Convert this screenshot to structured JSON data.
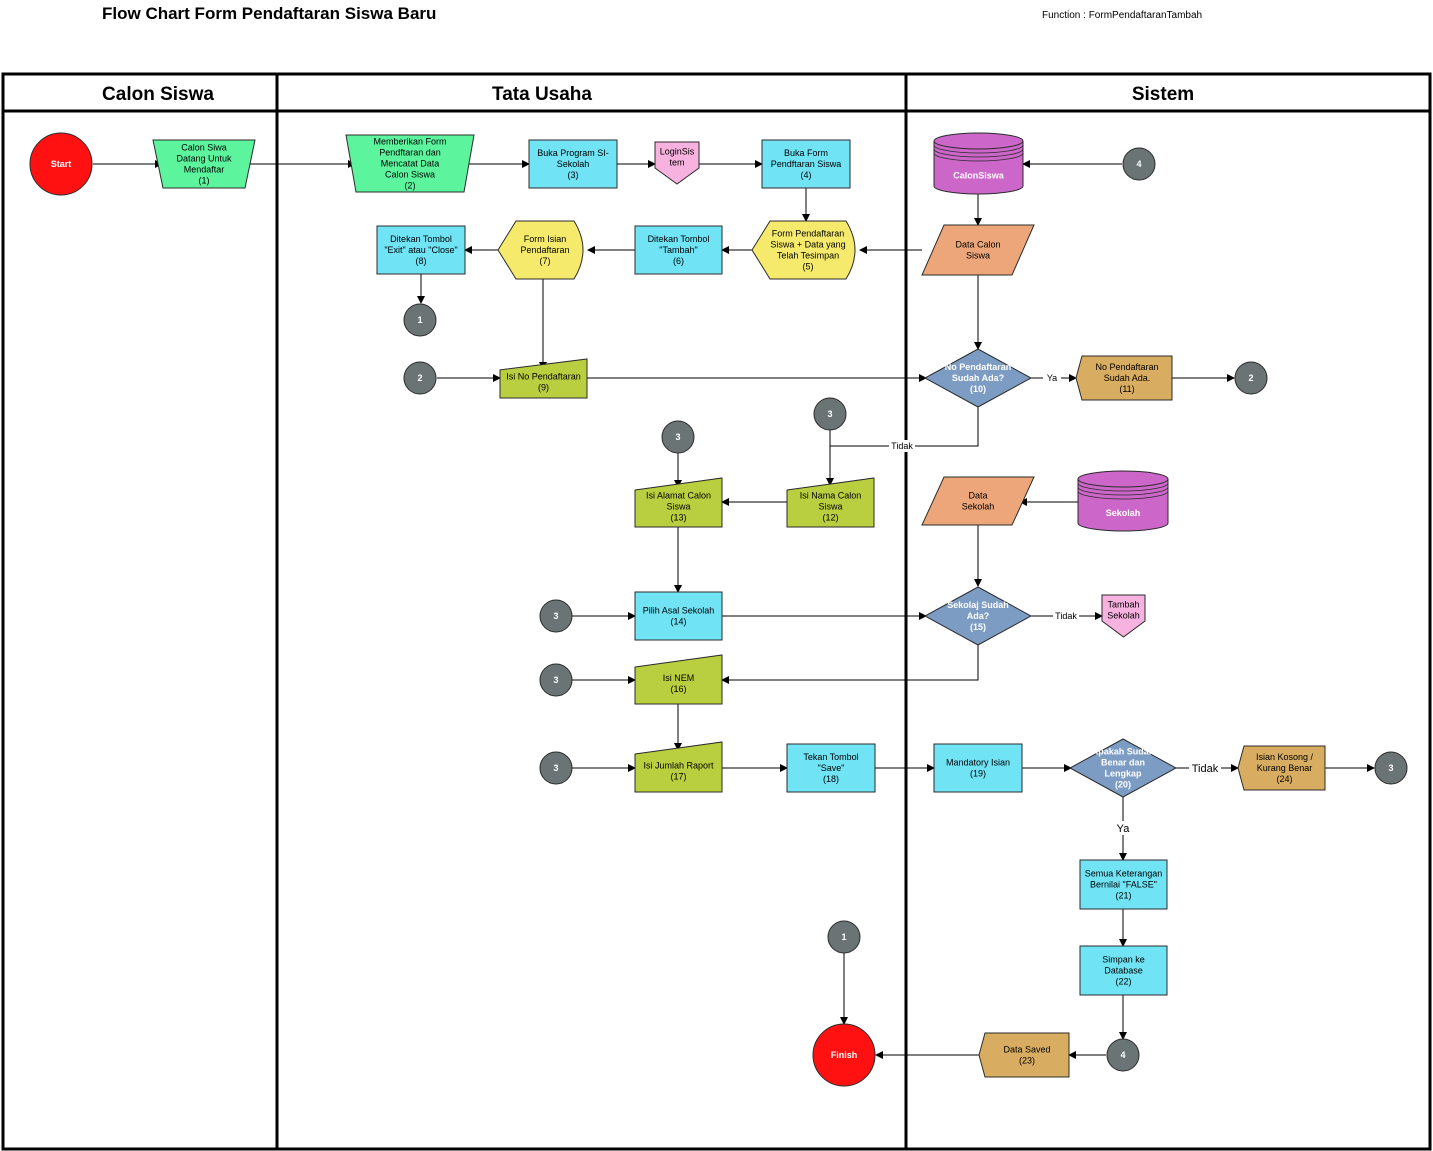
{
  "title": "Flow Chart Form Pendaftaran Siswa Baru",
  "function_label": "Function : FormPendaftaranTambah",
  "lanes": [
    {
      "label": "Calon Siswa"
    },
    {
      "label": "Tata Usaha"
    },
    {
      "label": "Sistem"
    }
  ],
  "colors": {
    "green": "#5cf59e",
    "cyan": "#70e3f5",
    "yellow": "#f5ea6c",
    "olive": "#b9cf3f",
    "orange": "#eda67a",
    "gold": "#d8ad61",
    "purple": "#cc66c8",
    "pink": "#f7b2e0",
    "steel": "#7c9cc4",
    "gray": "#6b7475",
    "red": "#ff1111"
  },
  "nodes": {
    "start": {
      "lines": [
        "Start"
      ]
    },
    "n1": {
      "lines": [
        "Calon Siwa",
        "Datang Untuk",
        "Mendaftar",
        "(1)"
      ]
    },
    "n2": {
      "lines": [
        "Memberikan Form",
        "Pendftaran dan",
        "Mencatat Data",
        "Calon Siswa",
        "(2)"
      ]
    },
    "n3": {
      "lines": [
        "Buka Program SI-",
        "Sekolah",
        "(3)"
      ]
    },
    "login": {
      "lines": [
        "LoginSis",
        "tem"
      ]
    },
    "n4": {
      "lines": [
        "Buka Form",
        "Pendftaran Siswa",
        "(4)"
      ]
    },
    "n5": {
      "lines": [
        "Form Pendaftaran",
        "Siswa + Data yang",
        "Telah Tesimpan",
        "(5)"
      ]
    },
    "n6": {
      "lines": [
        "Ditekan Tombol",
        "\"Tambah\"",
        "(6)"
      ]
    },
    "n7": {
      "lines": [
        "Form Isian",
        "Pendaftaran",
        "(7)"
      ]
    },
    "n8": {
      "lines": [
        "Ditekan Tombol",
        "\"Exit\" atau \"Close\"",
        "(8)"
      ]
    },
    "n9": {
      "lines": [
        "Isi No Pendaftaran",
        "(9)"
      ]
    },
    "n10": {
      "lines": [
        "No Pendaftaran",
        "Sudah Ada?",
        "(10)"
      ]
    },
    "n11": {
      "lines": [
        "No Pendaftaran",
        "Sudah Ada.",
        "(11)"
      ]
    },
    "n12": {
      "lines": [
        "Isi Nama Calon",
        "Siswa",
        "(12)"
      ]
    },
    "n13": {
      "lines": [
        "Isi Alamat Calon",
        "Siswa",
        "(13)"
      ]
    },
    "n14": {
      "lines": [
        "Pilih Asal Sekolah",
        "(14)"
      ]
    },
    "n15": {
      "lines": [
        "Sekolaj Sudah",
        "Ada?",
        "(15)"
      ]
    },
    "tambah": {
      "lines": [
        "Tambah",
        "Sekolah"
      ]
    },
    "n16": {
      "lines": [
        "Isi NEM",
        "(16)"
      ]
    },
    "n17": {
      "lines": [
        "Isi Jumlah Raport",
        "(17)"
      ]
    },
    "n18": {
      "lines": [
        "Tekan Tombol",
        "\"Save\"",
        "(18)"
      ]
    },
    "n19": {
      "lines": [
        "Mandatory Isian",
        "(19)"
      ]
    },
    "n20": {
      "lines": [
        "Apakah Sudah",
        "Benar dan",
        "Lengkap",
        "(20)"
      ]
    },
    "n21": {
      "lines": [
        "Semua Keterangan",
        "Bernilai \"FALSE\"",
        "(21)"
      ]
    },
    "n22": {
      "lines": [
        "Simpan ke",
        "Database",
        "(22)"
      ]
    },
    "n23": {
      "lines": [
        "Data Saved",
        "(23)"
      ]
    },
    "n24": {
      "lines": [
        "Isian Kosong /",
        "Kurang Benar",
        "(24)"
      ]
    },
    "finish": {
      "lines": [
        "Finish"
      ]
    },
    "db_calon": {
      "lines": [
        "CalonSiswa"
      ]
    },
    "data_calon": {
      "lines": [
        "Data Calon",
        "Siswa"
      ]
    },
    "db_sekolah": {
      "lines": [
        "Sekolah"
      ]
    },
    "data_sekolah": {
      "lines": [
        "Data",
        "Sekolah"
      ]
    },
    "c4a": {
      "lines": [
        "4"
      ]
    },
    "c1a": {
      "lines": [
        "1"
      ]
    },
    "c2a": {
      "lines": [
        "2"
      ]
    },
    "c2b": {
      "lines": [
        "2"
      ]
    },
    "c3a": {
      "lines": [
        "3"
      ]
    },
    "c3b": {
      "lines": [
        "3"
      ]
    },
    "c3c": {
      "lines": [
        "3"
      ]
    },
    "c3d": {
      "lines": [
        "3"
      ]
    },
    "c3e": {
      "lines": [
        "3"
      ]
    },
    "c3f": {
      "lines": [
        "3"
      ]
    },
    "c1b": {
      "lines": [
        "1"
      ]
    },
    "c4b": {
      "lines": [
        "4"
      ]
    }
  },
  "edge_labels": {
    "ya_10": "Ya",
    "tidak_10": "Tidak",
    "tidak_15": "Tidak",
    "tidak_20": "Tidak",
    "ya_20": "Ya"
  }
}
